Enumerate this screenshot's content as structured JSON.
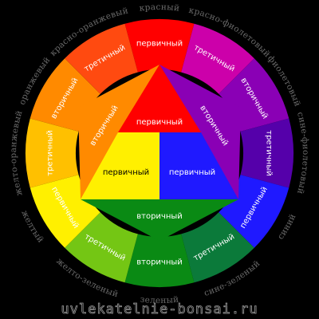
{
  "colors": {
    "background": "#000000",
    "red": "#ff0000",
    "red_violet": "#cc00aa",
    "violet": "#8a00b5",
    "blue_violet": "#5500aa",
    "blue": "#1f19ff",
    "blue_green": "#0b7a3a",
    "green": "#0a8a14",
    "yellow_green": "#74c614",
    "yellow": "#fff000",
    "yellow_orange": "#ffc000",
    "orange": "#ff8a00",
    "red_orange": "#ff4a10"
  },
  "ring": [
    {
      "name": "red",
      "label": "первичный",
      "color": "#ff0000"
    },
    {
      "name": "red-violet",
      "label": "третичный",
      "color": "#cc00aa"
    },
    {
      "name": "violet",
      "label": "вторичный",
      "color": "#8a00b5"
    },
    {
      "name": "blue-violet",
      "label": "третичный",
      "color": "#5500aa"
    },
    {
      "name": "blue",
      "label": "первичный",
      "color": "#1f19ff"
    },
    {
      "name": "blue-green",
      "label": "третичный",
      "color": "#0b7a3a"
    },
    {
      "name": "green",
      "label": "вторичный",
      "color": "#0a8a14"
    },
    {
      "name": "yellow-green",
      "label": "третичный",
      "color": "#74c614"
    },
    {
      "name": "yellow",
      "label": "первичный",
      "color": "#fff000"
    },
    {
      "name": "yellow-orange",
      "label": "третичный",
      "color": "#ffc000"
    },
    {
      "name": "orange",
      "label": "вторичный",
      "color": "#ff8a00"
    },
    {
      "name": "red-orange",
      "label": "третичный",
      "color": "#ff4a10"
    }
  ],
  "center": {
    "red": {
      "label": "первичный",
      "color": "#ff0000"
    },
    "yellow": {
      "label": "первичный",
      "color": "#fff000"
    },
    "blue": {
      "label": "первичный",
      "color": "#1f19ff"
    },
    "orange": {
      "label": "вторичный",
      "color": "#ff8a00"
    },
    "violet": {
      "label": "вторичный",
      "color": "#8a00b5"
    },
    "green": {
      "label": "вторичный",
      "color": "#0a8a14"
    }
  },
  "outer_labels": [
    {
      "name": "red",
      "text": "красный"
    },
    {
      "name": "red-violet",
      "text": "красно-фиолетовый"
    },
    {
      "name": "violet",
      "text": "фиолетовый"
    },
    {
      "name": "blue-violet",
      "text": "сине-фиолетовый"
    },
    {
      "name": "blue",
      "text": "синий"
    },
    {
      "name": "blue-green",
      "text": "сине-зеленый"
    },
    {
      "name": "green",
      "text": "зеленый"
    },
    {
      "name": "yellow-green",
      "text": "желто-зеленый"
    },
    {
      "name": "yellow",
      "text": "желтый"
    },
    {
      "name": "yellow-orange",
      "text": "желто-оранжевый"
    },
    {
      "name": "orange",
      "text": "оранжевый"
    },
    {
      "name": "red-orange",
      "text": "красно-оранжевый"
    }
  ],
  "watermark": "uvlekatelnie-bonsai.ru"
}
